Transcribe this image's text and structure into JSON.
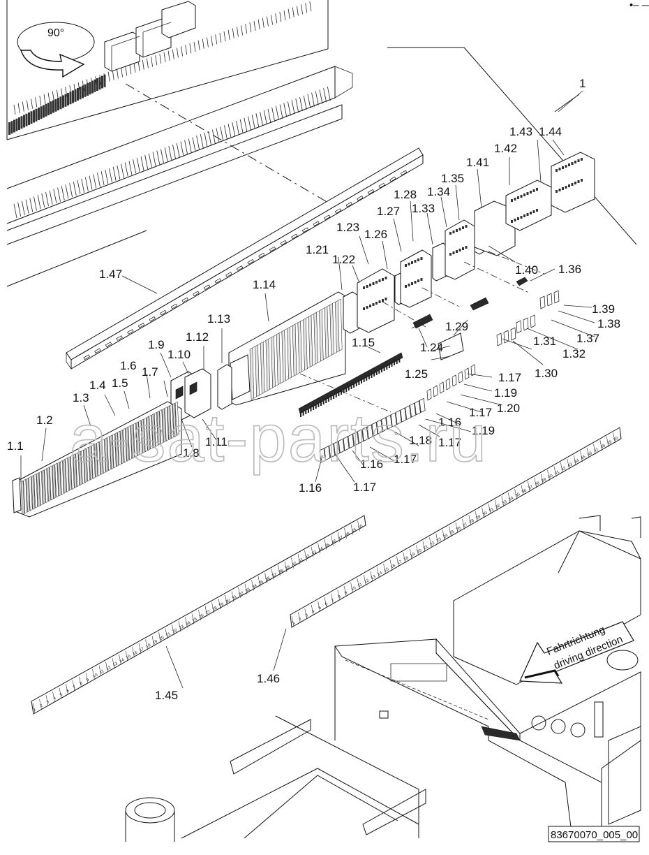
{
  "rotation_badge": "90°",
  "watermark": "a-sat-parts.ru",
  "reference_code": "83670070_005_00",
  "direction_label_line1": "Fahrtrichtung",
  "direction_label_line2": "driving direction",
  "corner_mark": "•‒ ‒‒",
  "strip_145_numbers": [
    "1",
    "2",
    "3",
    "4",
    "5",
    "6",
    "7",
    "8",
    "9",
    "10",
    "11",
    "12",
    "13",
    "14",
    "15",
    "16",
    "17",
    "18",
    "19",
    "20",
    "21",
    "22",
    "23",
    "24",
    "25",
    "26",
    "27",
    "28",
    "29",
    "30",
    "31",
    "32",
    "33",
    "34",
    "35",
    "36",
    "37",
    "38",
    "39",
    "40",
    "41",
    "42",
    "43",
    "44",
    "45",
    "46",
    "47",
    "48",
    "49",
    "50"
  ],
  "strip_146_numbers": [
    "1",
    "2",
    "3",
    "4",
    "5",
    "6",
    "7",
    "8",
    "9",
    "10",
    "11",
    "12",
    "13",
    "14",
    "15",
    "16",
    "17",
    "18",
    "19",
    "20",
    "21",
    "22",
    "23",
    "24",
    "25",
    "26",
    "27",
    "28",
    "29",
    "30",
    "31",
    "32",
    "33",
    "34",
    "35",
    "36",
    "37",
    "38",
    "39",
    "40",
    "41",
    "42",
    "43",
    "44",
    "45",
    "46",
    "47",
    "48",
    "49",
    "50"
  ],
  "callouts": [
    {
      "id": "1",
      "text": "1"
    },
    {
      "id": "1_1",
      "text": "1.1"
    },
    {
      "id": "1_2",
      "text": "1.2"
    },
    {
      "id": "1_3",
      "text": "1.3"
    },
    {
      "id": "1_4",
      "text": "1.4"
    },
    {
      "id": "1_5",
      "text": "1.5"
    },
    {
      "id": "1_6",
      "text": "1.6"
    },
    {
      "id": "1_7",
      "text": "1.7"
    },
    {
      "id": "1_8",
      "text": "1.8"
    },
    {
      "id": "1_9",
      "text": "1.9"
    },
    {
      "id": "1_10",
      "text": "1.10"
    },
    {
      "id": "1_11",
      "text": "1.11"
    },
    {
      "id": "1_12",
      "text": "1.12"
    },
    {
      "id": "1_13",
      "text": "1.13"
    },
    {
      "id": "1_14",
      "text": "1.14"
    },
    {
      "id": "1_15",
      "text": "1.15"
    },
    {
      "id": "1_16a",
      "text": "1.16"
    },
    {
      "id": "1_16b",
      "text": "1.16"
    },
    {
      "id": "1_16c",
      "text": "1.16"
    },
    {
      "id": "1_17a",
      "text": "1.17"
    },
    {
      "id": "1_17b",
      "text": "1.17"
    },
    {
      "id": "1_17c",
      "text": "1.17"
    },
    {
      "id": "1_17d",
      "text": "1.17"
    },
    {
      "id": "1_17e",
      "text": "1.17"
    },
    {
      "id": "1_18",
      "text": "1.18"
    },
    {
      "id": "1_19a",
      "text": "1.19"
    },
    {
      "id": "1_19b",
      "text": "1.19"
    },
    {
      "id": "1_20",
      "text": "1.20"
    },
    {
      "id": "1_21",
      "text": "1.21"
    },
    {
      "id": "1_22",
      "text": "1.22"
    },
    {
      "id": "1_23",
      "text": "1.23"
    },
    {
      "id": "1_24",
      "text": "1.24"
    },
    {
      "id": "1_25",
      "text": "1.25"
    },
    {
      "id": "1_26",
      "text": "1.26"
    },
    {
      "id": "1_27",
      "text": "1.27"
    },
    {
      "id": "1_28",
      "text": "1.28"
    },
    {
      "id": "1_29",
      "text": "1.29"
    },
    {
      "id": "1_30",
      "text": "1.30"
    },
    {
      "id": "1_31",
      "text": "1.31"
    },
    {
      "id": "1_32",
      "text": "1.32"
    },
    {
      "id": "1_33",
      "text": "1.33"
    },
    {
      "id": "1_34",
      "text": "1.34"
    },
    {
      "id": "1_35",
      "text": "1.35"
    },
    {
      "id": "1_36",
      "text": "1.36"
    },
    {
      "id": "1_37",
      "text": "1.37"
    },
    {
      "id": "1_38",
      "text": "1.38"
    },
    {
      "id": "1_39",
      "text": "1.39"
    },
    {
      "id": "1_40",
      "text": "1.40"
    },
    {
      "id": "1_41",
      "text": "1.41"
    },
    {
      "id": "1_42",
      "text": "1.42"
    },
    {
      "id": "1_43",
      "text": "1.43"
    },
    {
      "id": "1_44",
      "text": "1.44"
    },
    {
      "id": "1_45",
      "text": "1.45"
    },
    {
      "id": "1_46",
      "text": "1.46"
    },
    {
      "id": "1_47",
      "text": "1.47"
    }
  ]
}
